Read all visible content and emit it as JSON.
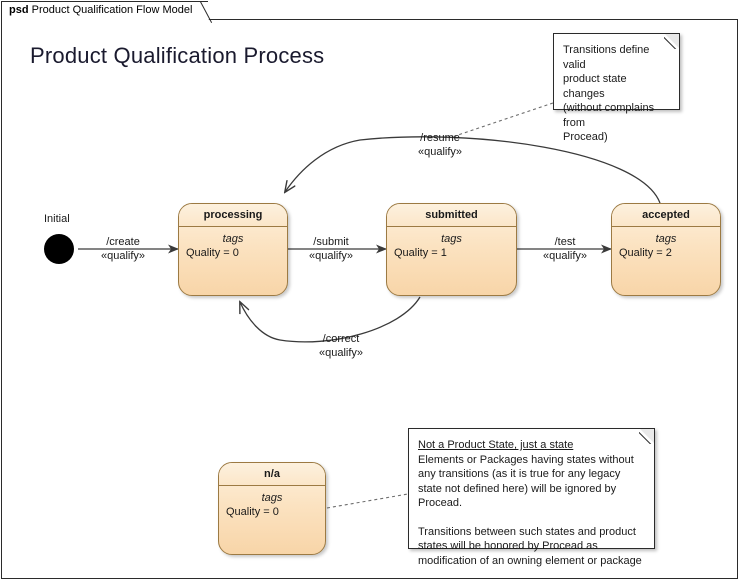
{
  "frame": {
    "keyword": "psd",
    "name": "Product Qualification Flow Model"
  },
  "diagram": {
    "title": "Product Qualification Process"
  },
  "initial": {
    "label": "Initial"
  },
  "states": [
    {
      "name": "processing",
      "tags_label": "tags",
      "property": "Quality = 0"
    },
    {
      "name": "submitted",
      "tags_label": "tags",
      "property": "Quality = 1"
    },
    {
      "name": "accepted",
      "tags_label": "tags",
      "property": "Quality = 2"
    },
    {
      "name": "n/a",
      "tags_label": "tags",
      "property": "Quality = 0"
    }
  ],
  "transitions": [
    {
      "id": "create",
      "label": "/create",
      "stereotype": "«qualify»",
      "from": "Initial",
      "to": "processing"
    },
    {
      "id": "submit",
      "label": "/submit",
      "stereotype": "«qualify»",
      "from": "processing",
      "to": "submitted"
    },
    {
      "id": "test",
      "label": "/test",
      "stereotype": "«qualify»",
      "from": "submitted",
      "to": "accepted"
    },
    {
      "id": "resume",
      "label": "/resume",
      "stereotype": "«qualify»",
      "from": "accepted",
      "to": "processing"
    },
    {
      "id": "correct",
      "label": "/correct",
      "stereotype": "«qualify»",
      "from": "submitted",
      "to": "processing"
    }
  ],
  "notes": [
    {
      "id": "transitions-note",
      "lines": [
        "Transitions define valid",
        "product state changes",
        "(without complains from",
        "Procead)"
      ]
    },
    {
      "id": "not-a-product-state-note",
      "heading": "Not a Product State, just a state",
      "paragraph1": "Elements or Packages having states without any transitions (as it is true for any legacy state not defined here) will be ignored by Procead.",
      "paragraph2": "Transitions between such states and product states will be honored by Procead as modification of an owning element or package"
    }
  ],
  "colors": {
    "state_fill_top": "#fdf0dc",
    "state_fill_bottom": "#f8d5a8",
    "state_border": "#9c7a43",
    "edge": "#3a3a3a",
    "frame_border": "#2b2b2b",
    "title_text": "#1a1a2e"
  }
}
